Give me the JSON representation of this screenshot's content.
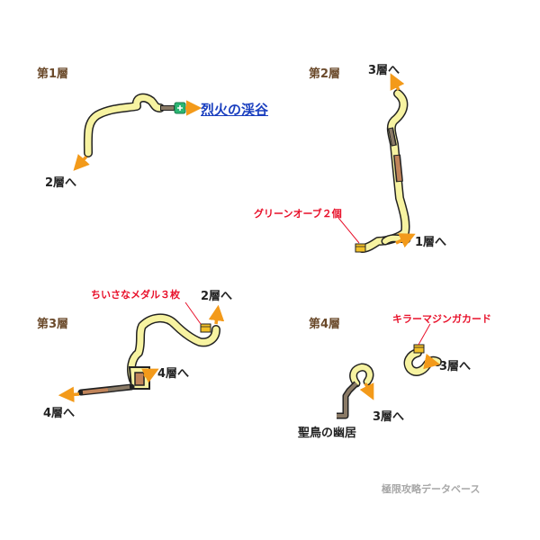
{
  "floors": {
    "f1": {
      "label": "第1層",
      "to2": "2層へ",
      "exit_link": "烈火の渓谷"
    },
    "f2": {
      "label": "第2層",
      "to3": "3層へ",
      "to1": "1層へ",
      "item": "グリーンオーブ２個"
    },
    "f3": {
      "label": "第3層",
      "to2": "2層へ",
      "to4_inner": "4層へ",
      "to4_left": "4層へ",
      "item": "ちいさなメダル３枚"
    },
    "f4": {
      "label": "第4層",
      "item": "キラーマジンガカード",
      "to3_right": "3層へ",
      "to3_center": "3層へ",
      "exit": "聖鳥の幽居"
    }
  },
  "footer": "極限攻略データベース",
  "colors": {
    "path_fill": "#f7f3a1",
    "path_stroke": "#222222",
    "brown_section": "#c1845a",
    "gray_section": "#8a7a66",
    "arrow": "#f39a1a",
    "teleport": "#2bb673",
    "item_text": "#e8102a",
    "link_text": "#1a3fbf",
    "floor_label": "#6b4a2b"
  },
  "icons": [
    "arrow-icon",
    "treasure-chest-icon",
    "teleport-icon"
  ]
}
